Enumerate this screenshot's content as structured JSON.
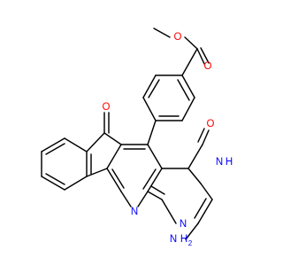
{
  "structure": {
    "colors": {
      "bond": "#000000",
      "oxygen": "#ff0000",
      "nitrogen": "#0000ff",
      "background": "#ffffff"
    },
    "atoms": {
      "o_ester_carbonyl": "O",
      "o_ester_ether": "O",
      "o_ketone": "O",
      "o_lactam": "O",
      "n_pyridine": "N",
      "n_pyrimidine_ring": "N",
      "nh_pyrimidine": "N",
      "nh_pyrimidine_h": "H",
      "nh2_n": "N",
      "nh2_h": "H",
      "nh2_sub": "2"
    }
  }
}
